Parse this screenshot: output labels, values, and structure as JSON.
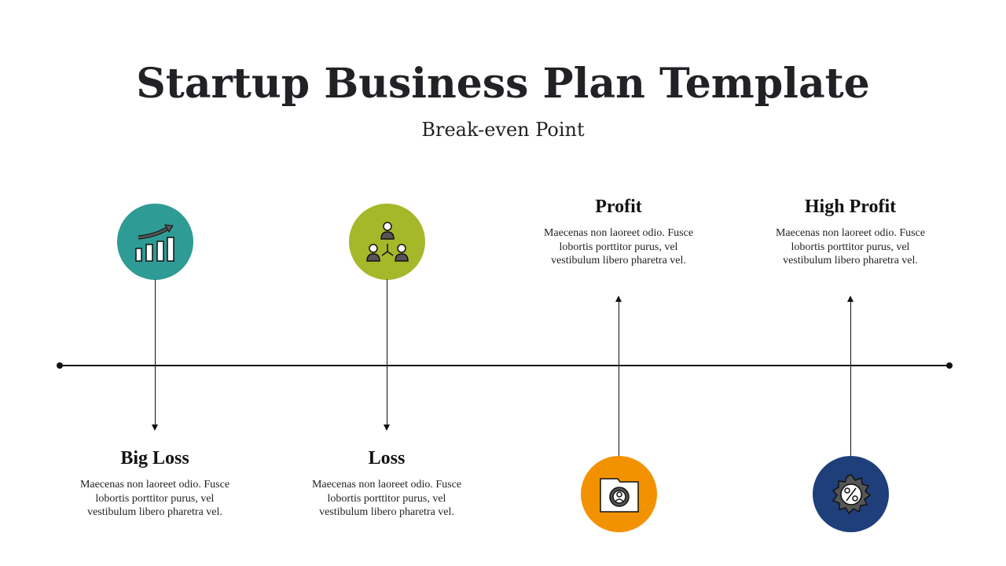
{
  "header": {
    "title": "Startup Business Plan Template",
    "subtitle": "Break-even Point"
  },
  "stages": [
    {
      "title": "Big Loss",
      "text": "Maecenas non laoreet odio. Fusce lobortis porttitor purus, vel vestibulum libero pharetra vel.",
      "icon": "growth-chart-icon",
      "color": "#2E9B94"
    },
    {
      "title": "Loss",
      "text": "Maecenas non laoreet odio. Fusce lobortis porttitor purus, vel vestibulum libero pharetra vel.",
      "icon": "team-network-icon",
      "color": "#A5B82A"
    },
    {
      "title": "Profit",
      "text": "Maecenas non laoreet odio. Fusce lobortis porttitor purus, vel vestibulum libero pharetra vel.",
      "icon": "id-folder-icon",
      "color": "#F39200"
    },
    {
      "title": "High Profit",
      "text": "Maecenas non laoreet odio. Fusce lobortis porttitor purus, vel vestibulum libero pharetra vel.",
      "icon": "discount-badge-icon",
      "color": "#1F3F7A"
    }
  ]
}
